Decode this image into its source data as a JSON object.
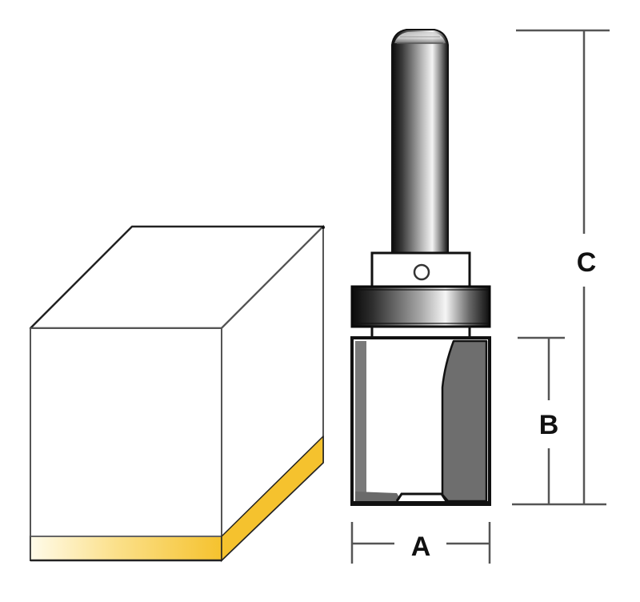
{
  "diagram": {
    "type": "router-bit-dimension-diagram",
    "components": {
      "workpiece": {
        "label": "workpiece-block",
        "edge_band_color": "#F5C22E",
        "edge_band_fade": "#FFFBEA"
      },
      "router_bit": {
        "parts": [
          "shank",
          "collar",
          "bearing",
          "cutter-body"
        ],
        "shank_highlight": "#f2f2f2",
        "shank_shadow": "#111111",
        "cutter_color": "#6e6e6e"
      }
    },
    "dimensions": {
      "A": {
        "label": "A",
        "meaning": "cutting diameter"
      },
      "B": {
        "label": "B",
        "meaning": "cutting length"
      },
      "C": {
        "label": "C",
        "meaning": "overall length"
      }
    },
    "colors": {
      "outline": "#1a1a1a",
      "dimension_line": "#555555",
      "yellow": "#F5C22E"
    }
  }
}
